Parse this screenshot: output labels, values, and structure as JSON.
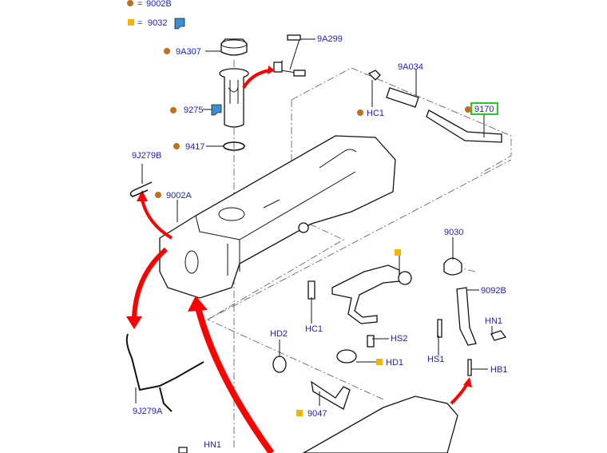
{
  "legend": {
    "dot_label": "9002B",
    "square_label": "9032",
    "equals": "="
  },
  "labels": {
    "9A307": "9A307",
    "9A299": "9A299",
    "9275": "9275",
    "9417": "9417",
    "9J279B": "9J279B",
    "9002A": "9002A",
    "9A034": "9A034",
    "HC1_top": "HC1",
    "9170": "9170",
    "9030": "9030",
    "9092B": "9092B",
    "HN1_right": "HN1",
    "HS1": "HS1",
    "HB1": "HB1",
    "HC1_mid": "HC1",
    "HS2": "HS2",
    "HD1": "HD1",
    "HD2": "HD2",
    "9047": "9047",
    "9J279A": "9J279A",
    "HN1_bottom": "HN1"
  },
  "selected_label": "9170",
  "colors": {
    "label": "#2020c8",
    "dot_marker": "#c0701c",
    "square_marker": "#f5b400",
    "arrow": "#ff0000",
    "highlight": "#22cc22",
    "connector_icon": "#3a8fd0"
  }
}
